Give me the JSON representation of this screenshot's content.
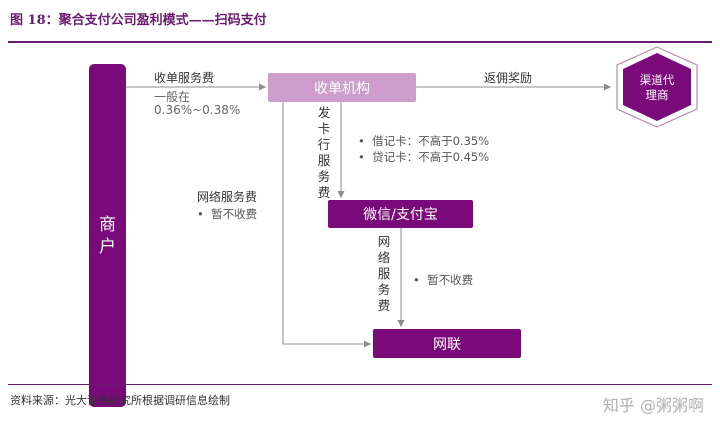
{
  "header": {
    "title": "图 18：聚合支付公司盈利模式——扫码支付"
  },
  "nodes": {
    "merchant": [
      "商",
      "户"
    ],
    "acquirer": "收单机构",
    "wechat_alipay": "微信/支付宝",
    "unionpay": "网联",
    "channel_agent": [
      "渠道代",
      "理商"
    ]
  },
  "edges": {
    "acquiring_fee": "收单服务费",
    "acquiring_fee_rate": [
      "一般在",
      "0.36%~0.38%"
    ],
    "rebate": "返佣奖励",
    "card_issuing_fee": "发卡行服务费",
    "debit_card": "借记卡：不高于0.35%",
    "credit_card": "贷记卡：不高于0.45%",
    "network_fee_left": "网络服务费",
    "no_charge_left": "暂不收费",
    "network_fee_right": "网络服务费",
    "no_charge_right": "暂不收费"
  },
  "footer": {
    "source": "资料来源：光大证券研究所根据调研信息绘制",
    "watermark": "知乎 @粥粥啊"
  },
  "colors": {
    "accent": "#7a0a7a",
    "acquirer_fill": "#cd9dcb",
    "arrow": "#8c8c8c"
  }
}
